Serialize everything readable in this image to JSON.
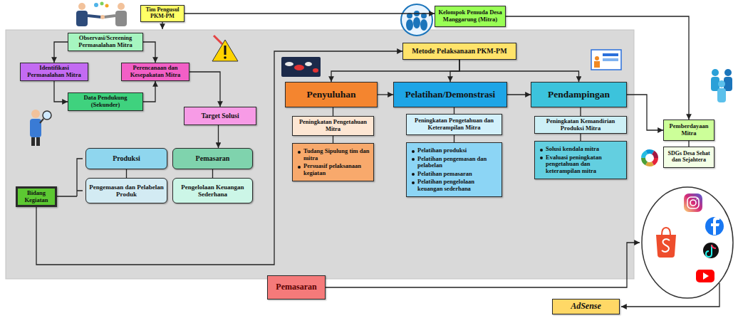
{
  "diagram": {
    "nodes": [
      {
        "text": [
          "Tim Pengusul PKM-PM"
        ]
      },
      {
        "text": [
          "Kelompok Pemuda Desa Manggarung (Mitra)"
        ]
      },
      {
        "text": [
          "Observasi/Screening Permasalahan Mitra"
        ]
      },
      {
        "text": [
          "Identifikasi Permasalahan Mitra"
        ]
      },
      {
        "text": [
          "Perencanaan dan Kesepakatan Mitra"
        ]
      },
      {
        "text": [
          "Data Pendukung (Sekunder)"
        ]
      },
      {
        "text": [
          "Target Solusi"
        ]
      },
      {
        "text": [
          "Bidang Kegiatan"
        ]
      },
      {
        "text": [
          "Produksi"
        ]
      },
      {
        "text": [
          "Pengemasan dan Pelabelan Produk"
        ]
      },
      {
        "text": [
          "Pemasaran"
        ]
      },
      {
        "text": [
          "Pengelolaan Keuangan Sederhana"
        ]
      },
      {
        "text": [
          "Metode Pelaksanaan PKM-PM"
        ]
      },
      {
        "text": [
          "Penyuluhan"
        ]
      },
      {
        "text": [
          "Pelatihan/Demonstrasi"
        ]
      },
      {
        "text": [
          "Pendampingan"
        ]
      },
      {
        "text": [
          "Peningkatan Pengetahuan Mitra"
        ]
      },
      {
        "text": [
          "Tudang Sipulung tim dan mitra",
          "Persuasif pelaksanaan kegiatan"
        ]
      },
      {
        "text": [
          "Peningkatan Pengetahuan dan Keterampilan Mitra"
        ]
      },
      {
        "text": [
          "Pelatihan produksi",
          "Pelatihan pengemasan dan pelabelan",
          "Pelatihan pemasaran",
          "Pelatihan pengelolaan keuangan sederhana"
        ]
      },
      {
        "text": [
          "Peningkatan Kemandirian Produksi Mitra"
        ]
      },
      {
        "text": [
          "Solusi kendala mitra",
          "Evaluasi peningkatan pengetahuan dan keterampilan mitra"
        ]
      },
      {
        "text": [
          "Pemasaran"
        ]
      },
      {
        "text": [
          "Pemberdayaan Mitra"
        ]
      },
      {
        "text": [
          "SDGs Desa Sehat dan Sejahtera"
        ]
      },
      {
        "text": [
          "AdSense"
        ]
      }
    ],
    "edges": [
      {
        "from": 0,
        "to": 1,
        "arrow": "to"
      },
      {
        "from": 1,
        "to": 23,
        "arrow": "to"
      },
      {
        "from": 2,
        "to": 3,
        "arrow": "to"
      },
      {
        "from": 2,
        "to": 4,
        "arrow": "to"
      },
      {
        "from": 3,
        "to": 5,
        "arrow": "to"
      },
      {
        "from": 5,
        "to": 4,
        "arrow": "to"
      },
      {
        "from": 4,
        "to": 6,
        "arrow": "to"
      },
      {
        "from": 6,
        "to": 10,
        "arrow": "to"
      },
      {
        "from": 8,
        "to": 9,
        "arrow": "none"
      },
      {
        "from": 10,
        "to": 11,
        "arrow": "none"
      },
      {
        "from": 7,
        "to": 12,
        "arrow": "to"
      },
      {
        "from": 12,
        "to": 13,
        "arrow": "to"
      },
      {
        "from": 12,
        "to": 14,
        "arrow": "to"
      },
      {
        "from": 12,
        "to": 15,
        "arrow": "to"
      },
      {
        "from": 13,
        "to": 14,
        "arrow": "to"
      },
      {
        "from": 14,
        "to": 15,
        "arrow": "to"
      },
      {
        "from": 15,
        "to": 23,
        "arrow": "to"
      },
      {
        "from": 13,
        "to": 16,
        "arrow": "none"
      },
      {
        "from": 16,
        "to": 17,
        "arrow": "none"
      },
      {
        "from": 14,
        "to": 18,
        "arrow": "none"
      },
      {
        "from": 18,
        "to": 19,
        "arrow": "none"
      },
      {
        "from": 15,
        "to": 20,
        "arrow": "none"
      },
      {
        "from": 20,
        "to": 21,
        "arrow": "none"
      },
      {
        "from": 23,
        "to": 24,
        "arrow": "none"
      }
    ]
  }
}
